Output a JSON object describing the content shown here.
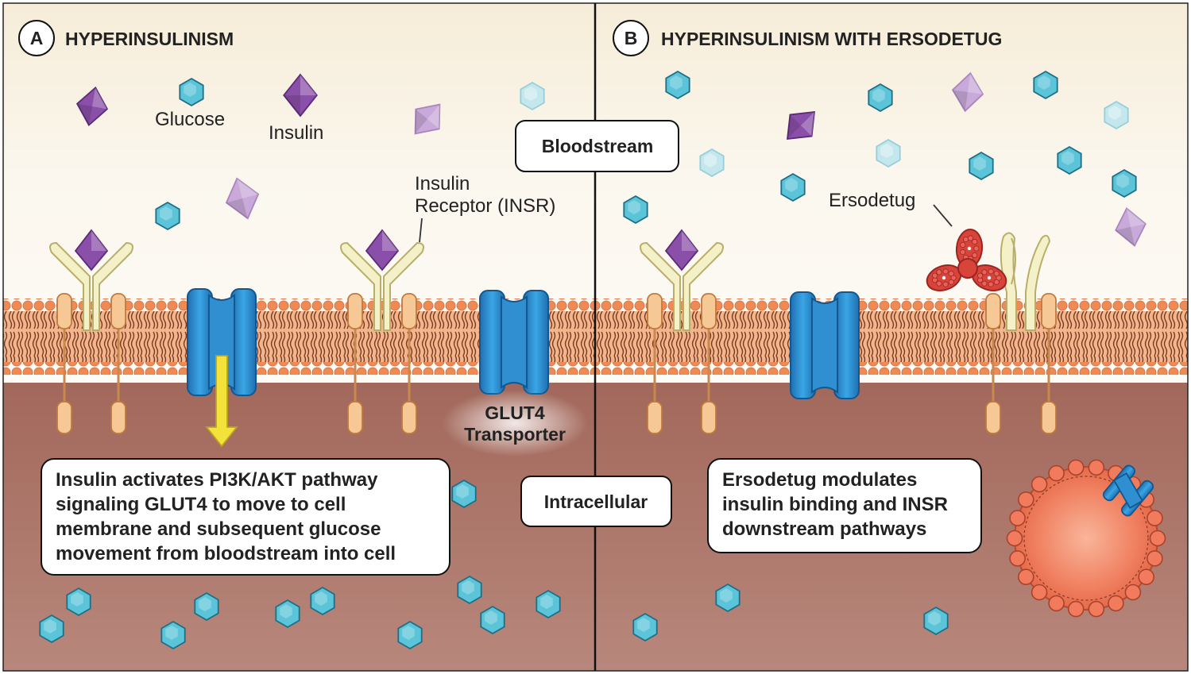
{
  "panel_a": {
    "letter": "A",
    "title": "HYPERINSULINISM",
    "glucose_label": "Glucose",
    "insulin_label": "Insulin",
    "receptor_label_line1": "Insulin",
    "receptor_label_line2": "Receptor (INSR)",
    "glut4_label_line1": "GLUT4",
    "glut4_label_line2": "Transporter",
    "description": [
      "Insulin activates PI3K/AKT pathway",
      "signaling GLUT4 to move to cell",
      "membrane and subsequent glucose",
      "movement from bloodstream into cell"
    ]
  },
  "panel_b": {
    "letter": "B",
    "title": "HYPERINSULINISM WITH ERSODETUG",
    "ersodetug_label": "Ersodetug",
    "description": [
      "Ersodetug modulates",
      "insulin binding and INSR",
      "downstream pathways"
    ]
  },
  "center": {
    "bloodstream_label": "Bloodstream",
    "intracellular_label": "Intracellular"
  },
  "colors": {
    "bloodstream_bg": "#f7efe2",
    "intracellular_bg": "#a86e63",
    "membrane_head": "#f08a55",
    "glucose": "#5bc4d8",
    "insulin": "#8a4fa8",
    "glut4": "#2f8fd0",
    "receptor": "#f4f0c8",
    "ersodetug": "#d9443a",
    "arrow": "#f3e23a"
  },
  "icons": [
    "glucose-hexagon-icon",
    "insulin-diamond-icon",
    "receptor-icon",
    "glut4-channel-icon",
    "ersodetug-antibody-icon",
    "vesicle-icon"
  ]
}
